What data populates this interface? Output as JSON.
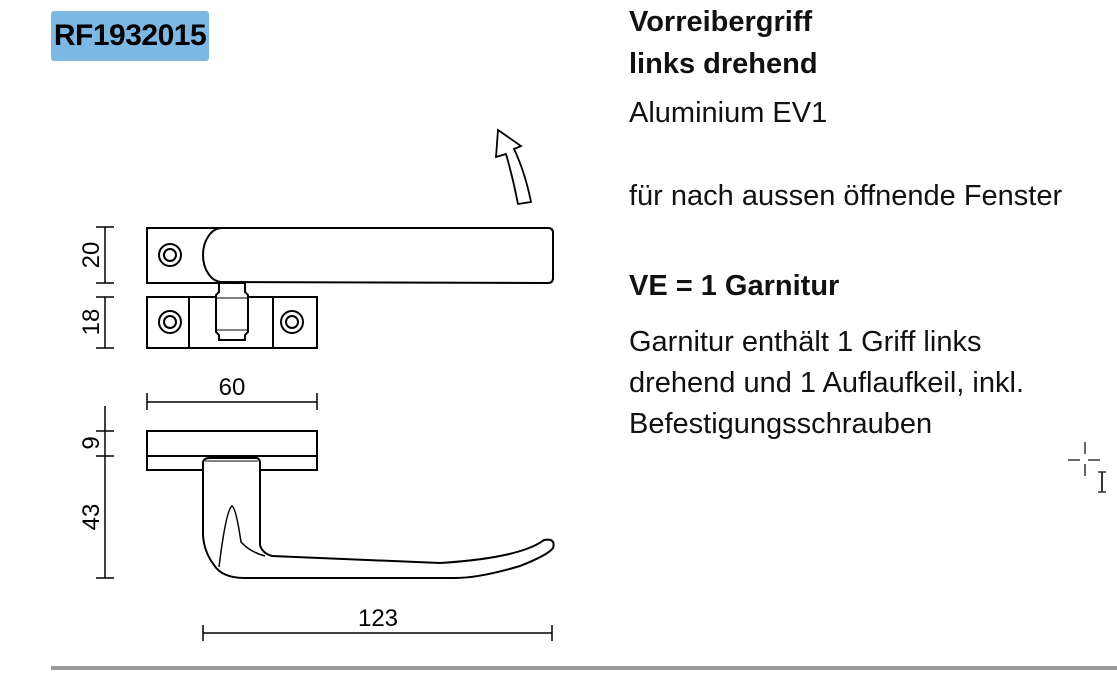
{
  "article_number": "RF1932015",
  "product": {
    "title_line1": "Vorreibergriff",
    "title_line2": "links drehend",
    "material": "Aluminium EV1",
    "usage": "für nach aussen öffnende Fenster",
    "packing_unit": "VE = 1 Garnitur",
    "contents_line1": "Garnitur enthält 1 Griff links",
    "contents_line2": "drehend und 1 Auflaufkeil, inkl.",
    "contents_line3": "Befestigungsschrauben"
  },
  "drawing": {
    "dim_top_handle_height": "20",
    "dim_top_plate_height": "18",
    "dim_width": "60",
    "dim_plate_thickness": "9",
    "dim_lever_height": "43",
    "dim_lever_length": "123"
  },
  "colors": {
    "badge": "#7db7e3",
    "rule": "#999999"
  }
}
